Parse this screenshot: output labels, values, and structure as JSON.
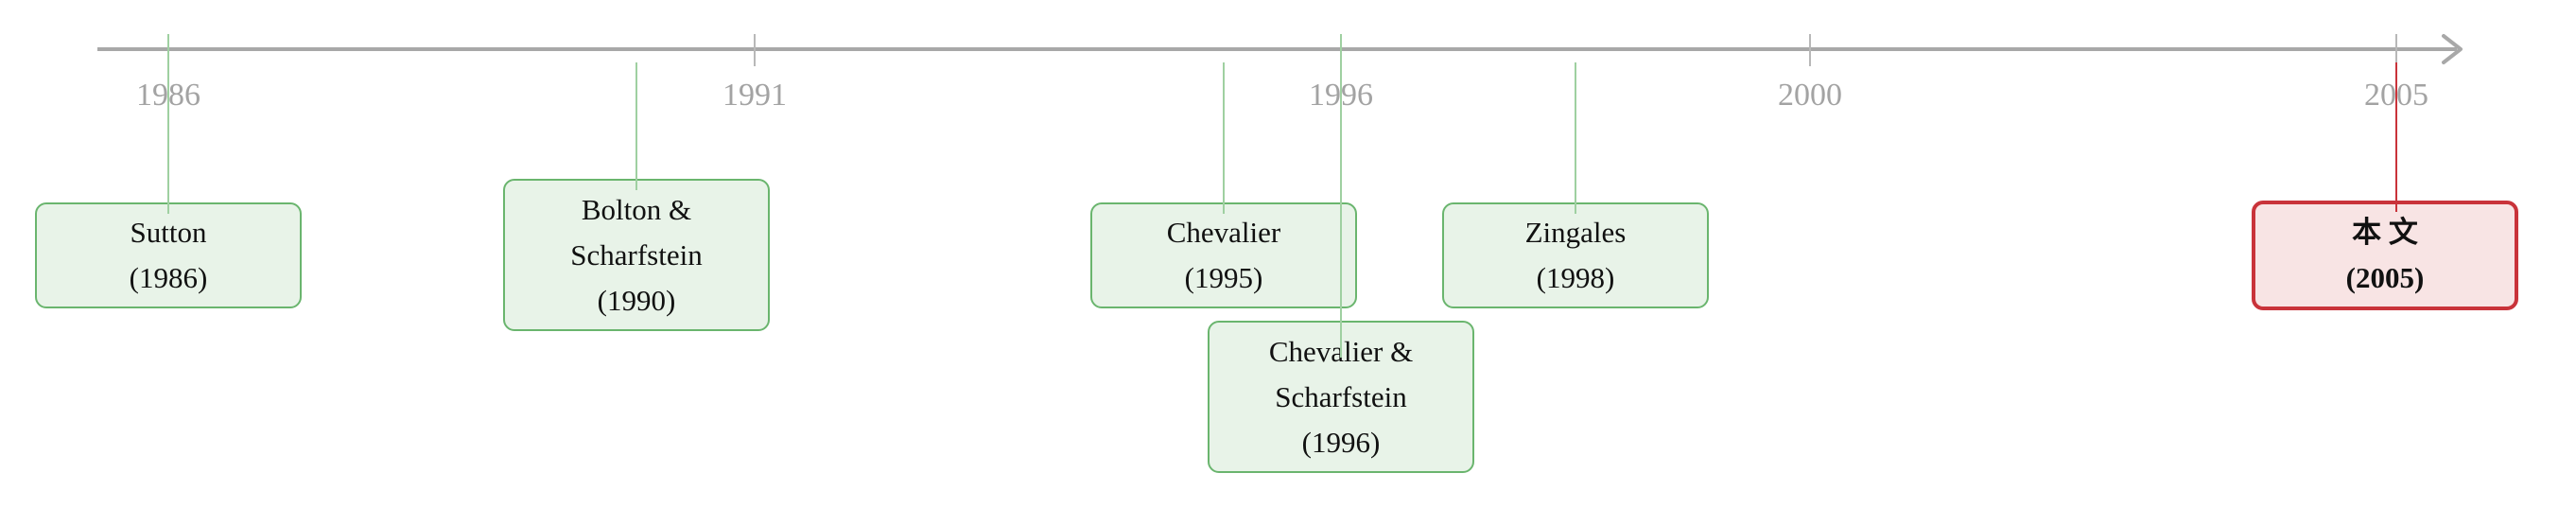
{
  "axis": {
    "ticks": [
      "1986",
      "1991",
      "1996",
      "2000",
      "2005"
    ],
    "axis_color": "#a8a8a8",
    "connector_color": "#9fd0a1",
    "highlight_color": "#c9333a"
  },
  "events": [
    {
      "id": "sutton",
      "lines": [
        "Sutton",
        "(1986)"
      ],
      "highlight": false
    },
    {
      "id": "bolton-scharfstein",
      "lines": [
        "Bolton &",
        "Scharfstein",
        "(1990)"
      ],
      "highlight": false
    },
    {
      "id": "chevalier-1995",
      "lines": [
        "Chevalier",
        "(1995)"
      ],
      "highlight": false
    },
    {
      "id": "chevalier-scharfstein",
      "lines": [
        "Chevalier &",
        "Scharfstein",
        "(1996)"
      ],
      "highlight": false
    },
    {
      "id": "zingales",
      "lines": [
        "Zingales",
        "(1998)"
      ],
      "highlight": false
    },
    {
      "id": "this-paper",
      "lines": [
        "本 文",
        "(2005)"
      ],
      "highlight": true
    }
  ]
}
